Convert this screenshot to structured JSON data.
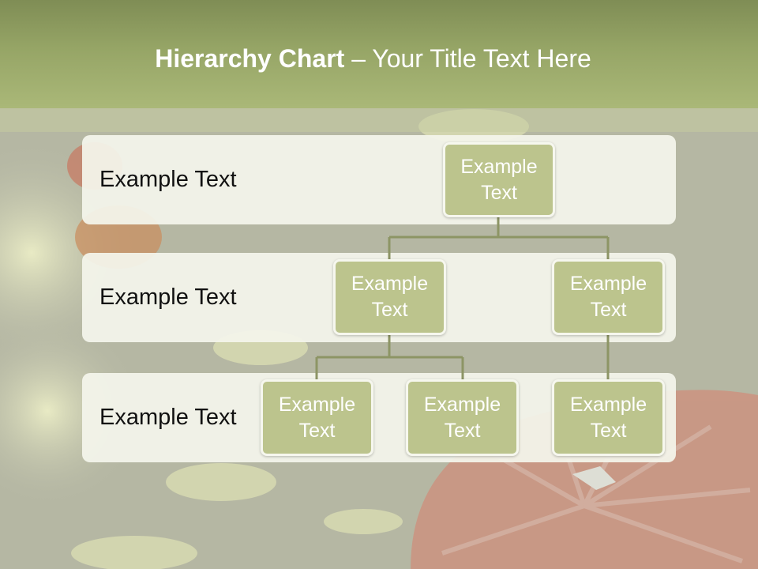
{
  "slide": {
    "title_bold": "Hierarchy Chart",
    "title_rest": " – Your Title Text Here"
  },
  "rows": [
    {
      "label": "Example Text"
    },
    {
      "label": "Example Text"
    },
    {
      "label": "Example Text"
    }
  ],
  "nodes": {
    "root": "Example\nText",
    "level2_left": "Example\nText",
    "level2_right": "Example\nText",
    "level3_a": "Example\nText",
    "level3_b": "Example\nText",
    "level3_c": "Example\nText"
  },
  "colors": {
    "header": "#96a566",
    "node_fill": "#bcc48d",
    "connector": "#8d9565",
    "panel": "#f4f5ec"
  }
}
